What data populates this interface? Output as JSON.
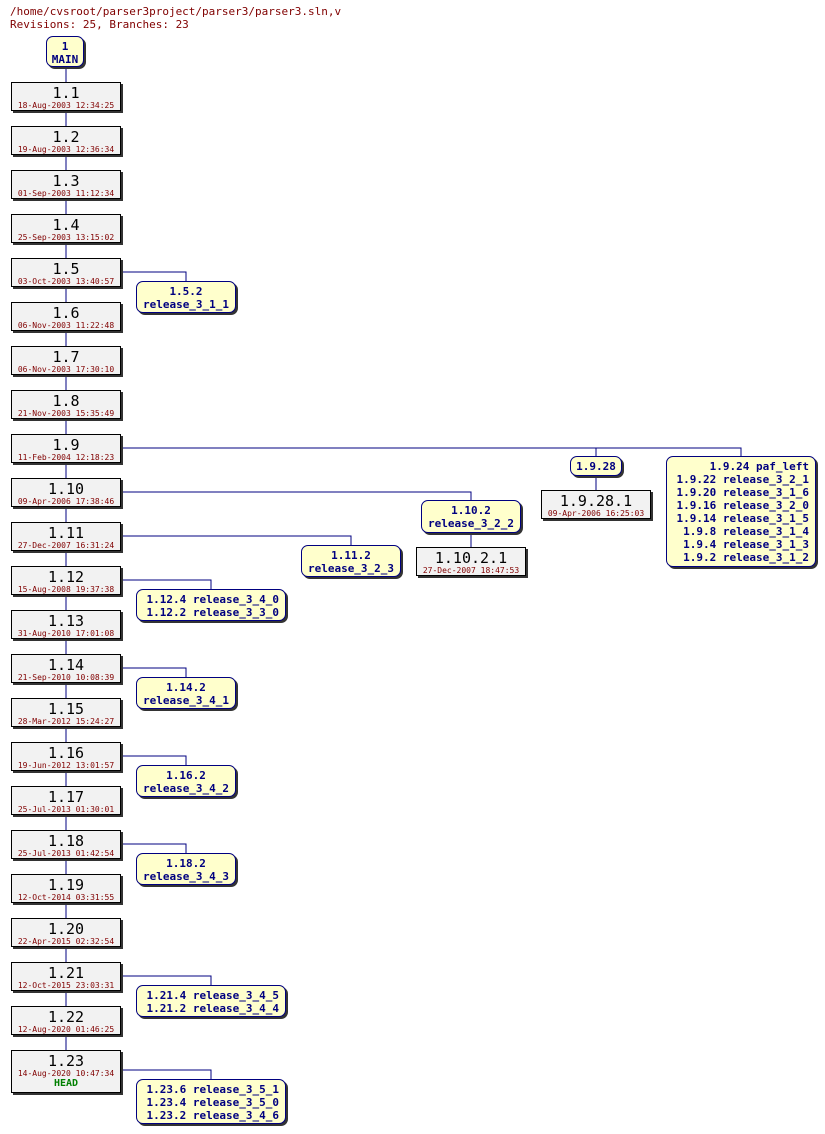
{
  "header": {
    "path": "/home/cvsroot/parser3project/parser3/parser3.sln,v",
    "summary": "Revisions: 25, Branches: 23"
  },
  "colors": {
    "edge": "#000080",
    "revision_fill": "#f2f2f2",
    "branch_fill": "#ffffcc",
    "date_text": "#800000",
    "head_tag": "#008000"
  },
  "root": {
    "lines": [
      "1",
      "MAIN"
    ]
  },
  "revisions": [
    {
      "num": "1.1",
      "date": "18-Aug-2003 12:34:25"
    },
    {
      "num": "1.2",
      "date": "19-Aug-2003 12:36:34"
    },
    {
      "num": "1.3",
      "date": "01-Sep-2003 11:12:34"
    },
    {
      "num": "1.4",
      "date": "25-Sep-2003 13:15:02"
    },
    {
      "num": "1.5",
      "date": "03-Oct-2003 13:40:57"
    },
    {
      "num": "1.6",
      "date": "06-Nov-2003 11:22:48"
    },
    {
      "num": "1.7",
      "date": "06-Nov-2003 17:30:10"
    },
    {
      "num": "1.8",
      "date": "21-Nov-2003 15:35:49"
    },
    {
      "num": "1.9",
      "date": "11-Feb-2004 12:18:23"
    },
    {
      "num": "1.10",
      "date": "09-Apr-2006 17:38:46"
    },
    {
      "num": "1.11",
      "date": "27-Dec-2007 16:31:24"
    },
    {
      "num": "1.12",
      "date": "15-Aug-2008 19:37:38"
    },
    {
      "num": "1.13",
      "date": "31-Aug-2010 17:01:08"
    },
    {
      "num": "1.14",
      "date": "21-Sep-2010 10:08:39"
    },
    {
      "num": "1.15",
      "date": "28-Mar-2012 15:24:27"
    },
    {
      "num": "1.16",
      "date": "19-Jun-2012 13:01:57"
    },
    {
      "num": "1.17",
      "date": "25-Jul-2013 01:30:01"
    },
    {
      "num": "1.18",
      "date": "25-Jul-2013 01:42:54"
    },
    {
      "num": "1.19",
      "date": "12-Oct-2014 03:31:55"
    },
    {
      "num": "1.20",
      "date": "22-Apr-2015 02:32:54"
    },
    {
      "num": "1.21",
      "date": "12-Oct-2015 23:03:31"
    },
    {
      "num": "1.22",
      "date": "12-Aug-2020 01:46:25"
    },
    {
      "num": "1.23",
      "date": "14-Aug-2020 10:47:34",
      "tag": "HEAD"
    }
  ],
  "side_revisions": [
    {
      "num": "1.9.28.1",
      "date": "09-Apr-2006 16:25:03"
    },
    {
      "num": "1.10.2.1",
      "date": "27-Dec-2007 18:47:53"
    }
  ],
  "branches": [
    {
      "from": "1.5",
      "lines": [
        "1.5.2",
        "release_3_1_1"
      ]
    },
    {
      "from": "1.9",
      "lines": [
        "1.9.28"
      ]
    },
    {
      "from": "1.9",
      "lines": [
        "1.9.24 paf_left",
        "1.9.22 release_3_2_1",
        "1.9.20 release_3_1_6",
        "1.9.16 release_3_2_0",
        "1.9.14 release_3_1_5",
        "1.9.8 release_3_1_4",
        "1.9.4 release_3_1_3",
        "1.9.2 release_3_1_2"
      ]
    },
    {
      "from": "1.10",
      "lines": [
        "1.10.2",
        "release_3_2_2"
      ]
    },
    {
      "from": "1.11",
      "lines": [
        "1.11.2",
        "release_3_2_3"
      ]
    },
    {
      "from": "1.12",
      "lines": [
        "1.12.4 release_3_4_0",
        "1.12.2 release_3_3_0"
      ]
    },
    {
      "from": "1.14",
      "lines": [
        "1.14.2",
        "release_3_4_1"
      ]
    },
    {
      "from": "1.16",
      "lines": [
        "1.16.2",
        "release_3_4_2"
      ]
    },
    {
      "from": "1.18",
      "lines": [
        "1.18.2",
        "release_3_4_3"
      ]
    },
    {
      "from": "1.21",
      "lines": [
        "1.21.4 release_3_4_5",
        "1.21.2 release_3_4_4"
      ]
    },
    {
      "from": "1.23",
      "lines": [
        "1.23.6 release_3_5_1",
        "1.23.4 release_3_5_0",
        "1.23.2 release_3_4_6"
      ]
    }
  ]
}
